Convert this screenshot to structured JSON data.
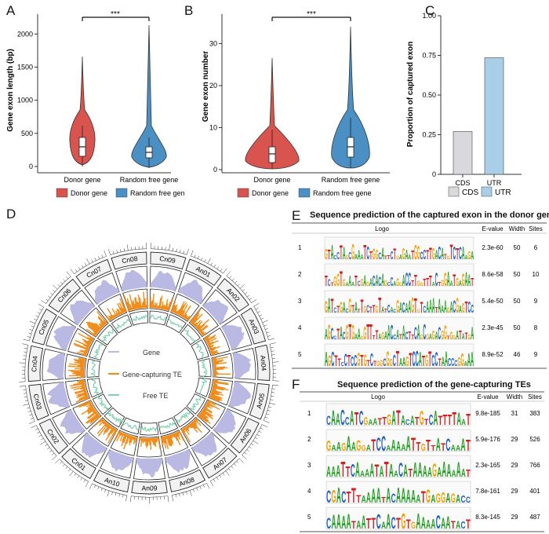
{
  "panels": {
    "A": {
      "letter": "A",
      "ylabel": "Gene exon length (bp)",
      "yticks": [
        0,
        500,
        1000,
        1500,
        2000
      ],
      "ylim": [
        0,
        2300
      ],
      "categories": [
        "Donor gene",
        "Random free gene"
      ],
      "significance": "***",
      "legend": [
        "Donor gene",
        "Random free gene"
      ]
    },
    "B": {
      "letter": "B",
      "ylabel": "Gene exon number",
      "yticks": [
        0,
        10,
        20,
        30
      ],
      "ylim": [
        0,
        37
      ],
      "categories": [
        "Donor gene",
        "Random free gene"
      ],
      "significance": "***",
      "legend": [
        "Donor gene",
        "Random free gene"
      ]
    },
    "C": {
      "letter": "C",
      "ylabel": "Proportion of captured exon",
      "yticks": [
        "0",
        "0.25",
        "0.50",
        "0.75",
        "1.00"
      ],
      "legend": [
        "CDS",
        "UTR"
      ]
    },
    "D": {
      "letter": "D",
      "chromosomes": [
        "Cn05",
        "Cn06",
        "Cn07",
        "Cn08",
        "Cn09",
        "An01",
        "An02",
        "An03",
        "An04",
        "An05",
        "An06",
        "An07",
        "An08",
        "An09",
        "An10",
        "Cn01",
        "Cn02",
        "Cn03",
        "Cn04"
      ],
      "legend": [
        "Gene",
        "Gene-capturing TE",
        "Free TE"
      ]
    },
    "E": {
      "letter": "E",
      "title": "Sequence prediction of the captured exon in the donor genes",
      "headers": [
        "Logo",
        "E-value",
        "Width",
        "Sites"
      ],
      "rows": [
        {
          "n": "1",
          "evalue": "2.3e-60",
          "width": "50",
          "sites": "6"
        },
        {
          "n": "2",
          "evalue": "8.6e-58",
          "width": "50",
          "sites": "10"
        },
        {
          "n": "3",
          "evalue": "5.4e-50",
          "width": "50",
          "sites": "9"
        },
        {
          "n": "4",
          "evalue": "2.3e-45",
          "width": "50",
          "sites": "8"
        },
        {
          "n": "5",
          "evalue": "8.9e-52",
          "width": "46",
          "sites": "9"
        }
      ]
    },
    "F": {
      "letter": "F",
      "title": "Sequence prediction of the gene-capturing TEs",
      "headers": [
        "Logo",
        "E-value",
        "Width",
        "Sites"
      ],
      "rows": [
        {
          "n": "1",
          "evalue": "9.8e-185",
          "width": "31",
          "sites": "383",
          "seq": "CAACCATCGAATTGATACATGTCATTTTAAT"
        },
        {
          "n": "2",
          "evalue": "5.9e-176",
          "width": "29",
          "sites": "526",
          "seq": "GAAGAAGGATCCAAAAATTGTTATCAAAT"
        },
        {
          "n": "3",
          "evalue": "2.3e-165",
          "width": "29",
          "sites": "766",
          "seq": "AAATTCAAAATATAACATAAAAGAAAAAAT"
        },
        {
          "n": "4",
          "evalue": "7.8e-161",
          "width": "29",
          "sites": "401",
          "seq": "CGACTTTAAAATACAAAAATGAGGAGACC"
        },
        {
          "n": "5",
          "evalue": "8.3e-145",
          "width": "29",
          "sites": "487",
          "seq": "CAAAATAATTCAACTGTGAAAACAATACT"
        }
      ]
    }
  },
  "chart_data": [
    {
      "type": "bar",
      "categories": [
        "CDS",
        "UTR"
      ],
      "values": [
        0.27,
        0.735
      ],
      "ylabel": "Proportion of captured exon",
      "ylim": [
        0,
        1
      ]
    }
  ],
  "colors": {
    "red": "#d9534f",
    "blue": "#4a90c4",
    "lightblue": "#a9cfe8",
    "grey": "#d9d9dd",
    "orange": "#f08c1a",
    "teal": "#7fd1b0",
    "lavender": "#b9b9e3"
  }
}
